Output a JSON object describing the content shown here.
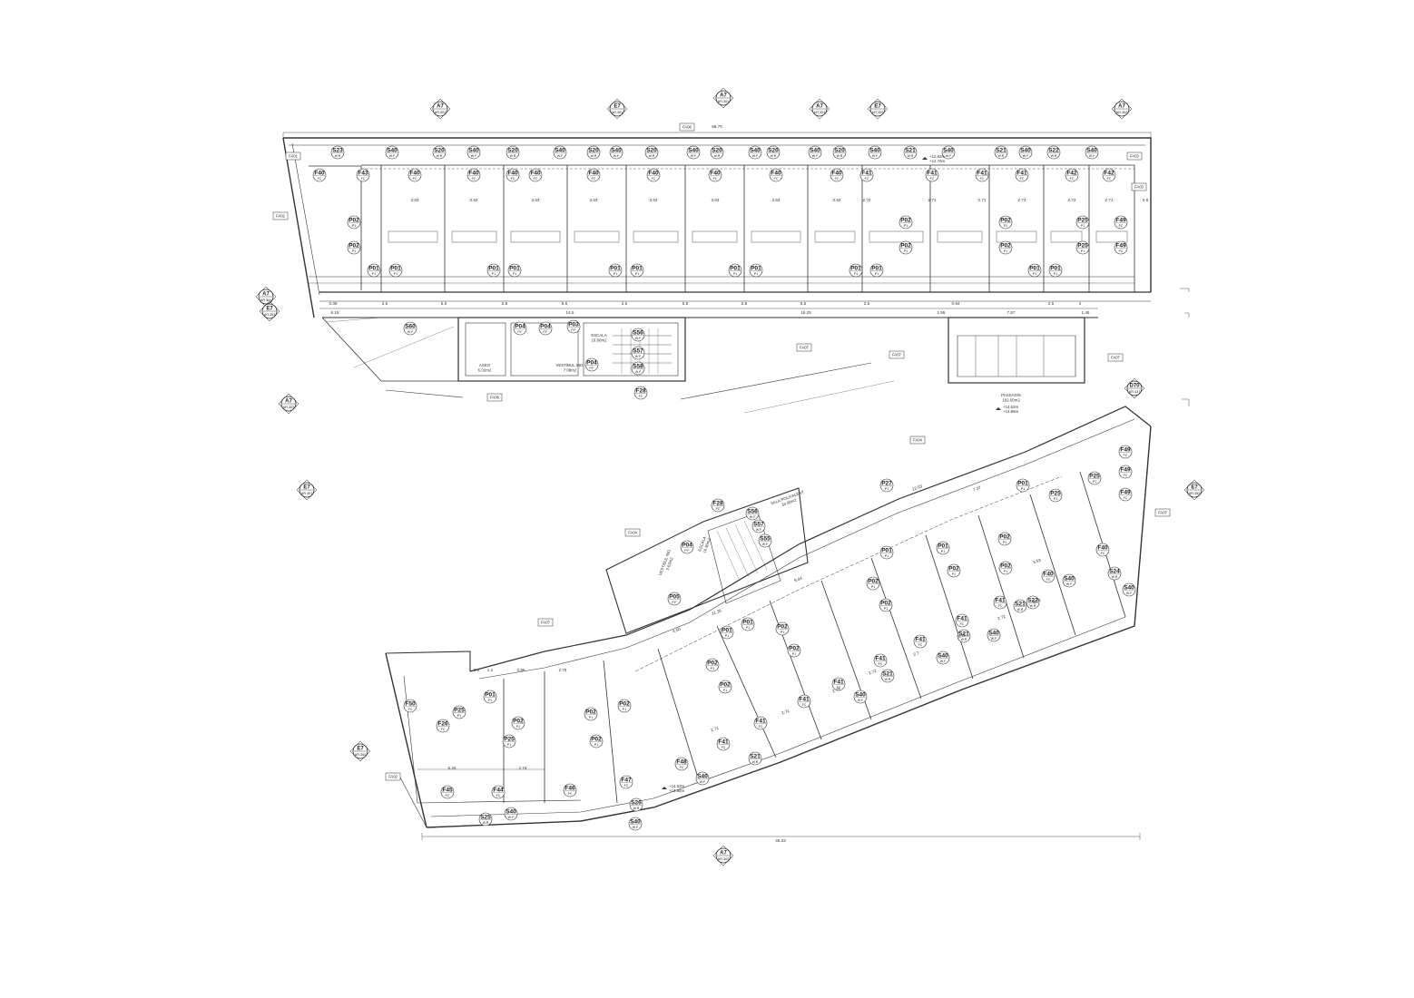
{
  "section_markers": [
    {
      "code": "A7",
      "ref": "AR.302"
    },
    {
      "code": "E7",
      "ref": "AR.351"
    },
    {
      "code": "A7",
      "ref": "AR.301"
    },
    {
      "code": "A7",
      "ref": "AR.351"
    },
    {
      "code": "E7",
      "ref": "AR.352"
    },
    {
      "code": "A7",
      "ref": "AR.302"
    },
    {
      "code": "A7",
      "ref": "AR.304"
    },
    {
      "code": "E7",
      "ref": "AR.353"
    },
    {
      "code": "A7",
      "ref": "AR.303"
    },
    {
      "code": "E7",
      "ref": "AR.301"
    },
    {
      "code": "E7",
      "ref": "AR.352"
    },
    {
      "code": "A7",
      "ref": "AR.302"
    },
    {
      "code": "E7",
      "ref": "AR.352"
    },
    {
      "code": "D70",
      "ref": "AR.437"
    }
  ],
  "top_wing": {
    "overall_dim": "58.70",
    "facade_tags": [
      "FA06",
      "FA01",
      "FA02",
      "FA03",
      "FA07",
      "FA07",
      "FA04",
      "FA03"
    ],
    "window_tags": [
      {
        "code": "S23",
        "sub": "W.R"
      },
      {
        "code": "S40",
        "sub": "W.F"
      },
      {
        "code": "S20",
        "sub": "W.R"
      },
      {
        "code": "S40",
        "sub": "W.F"
      },
      {
        "code": "S20",
        "sub": "W.R"
      },
      {
        "code": "S40",
        "sub": "W.F"
      },
      {
        "code": "S20",
        "sub": "W.R"
      },
      {
        "code": "S40",
        "sub": "W.F"
      },
      {
        "code": "S20",
        "sub": "W.R"
      },
      {
        "code": "S40",
        "sub": "W.F"
      },
      {
        "code": "S20",
        "sub": "W.R"
      },
      {
        "code": "S40",
        "sub": "W.F"
      },
      {
        "code": "S20",
        "sub": "W.R"
      },
      {
        "code": "S40",
        "sub": "W.F"
      },
      {
        "code": "S20",
        "sub": "W.R"
      },
      {
        "code": "S40",
        "sub": "W.F"
      },
      {
        "code": "S21",
        "sub": "W.R"
      },
      {
        "code": "S40",
        "sub": "W.F"
      },
      {
        "code": "S21",
        "sub": "W.R"
      },
      {
        "code": "S40",
        "sub": "W.F"
      },
      {
        "code": "S22",
        "sub": "W.R"
      },
      {
        "code": "S40",
        "sub": "W.F"
      }
    ],
    "room_tags": [
      {
        "code": "F40",
        "sub": "FC"
      },
      {
        "code": "F43",
        "sub": "FC"
      },
      {
        "code": "F40",
        "sub": "FC"
      },
      {
        "code": "F40",
        "sub": "FC"
      },
      {
        "code": "F40",
        "sub": "FC"
      },
      {
        "code": "F40",
        "sub": "FC"
      },
      {
        "code": "F40",
        "sub": "FC"
      },
      {
        "code": "F40",
        "sub": "FC"
      },
      {
        "code": "F40",
        "sub": "FC"
      },
      {
        "code": "F40",
        "sub": "FC"
      },
      {
        "code": "F40",
        "sub": "FC"
      },
      {
        "code": "F41",
        "sub": "FC"
      },
      {
        "code": "F41",
        "sub": "FC"
      },
      {
        "code": "F41",
        "sub": "FC"
      },
      {
        "code": "F41",
        "sub": "FC"
      },
      {
        "code": "F42",
        "sub": "FC"
      },
      {
        "code": "F42",
        "sub": "FC"
      }
    ],
    "interior_dims": [
      "3.63",
      "3.63",
      "3.63",
      "3.63",
      "3.63",
      "3.63",
      "3.63",
      "3.63",
      "2.72",
      "2.71",
      "2.71",
      "2.72",
      "2.72",
      "2.71",
      "0.6"
    ],
    "door_tags": [
      {
        "code": "P02",
        "sub": "P1"
      },
      {
        "code": "P02",
        "sub": "P1"
      },
      {
        "code": "P01",
        "sub": "P1"
      },
      {
        "code": "P01",
        "sub": "P1"
      },
      {
        "code": "P01",
        "sub": "P1"
      },
      {
        "code": "P01",
        "sub": "P1"
      },
      {
        "code": "P01",
        "sub": "P1"
      },
      {
        "code": "P01",
        "sub": "P1"
      },
      {
        "code": "P01",
        "sub": "P1"
      },
      {
        "code": "P01",
        "sub": "P1"
      },
      {
        "code": "P01",
        "sub": "P1"
      },
      {
        "code": "P01",
        "sub": "P1"
      },
      {
        "code": "P02",
        "sub": "P1"
      },
      {
        "code": "P02",
        "sub": "P1"
      },
      {
        "code": "P02",
        "sub": "P1"
      },
      {
        "code": "P02",
        "sub": "P1"
      },
      {
        "code": "P01",
        "sub": "P1"
      },
      {
        "code": "P01",
        "sub": "P1"
      },
      {
        "code": "P25",
        "sub": "P1"
      },
      {
        "code": "P25",
        "sub": "P1"
      },
      {
        "code": "F49",
        "sub": "FC"
      },
      {
        "code": "F49",
        "sub": "FC"
      }
    ],
    "corridor_dims": [
      "0.39",
      "2.5",
      "5.5",
      "2.5",
      "5.5",
      "2.5",
      "5.5",
      "2.5",
      "5.5",
      "2.5",
      "0.94",
      "2.5",
      "2"
    ],
    "lower_dims": [
      "6.15",
      "14.5",
      "15.25",
      "1.55",
      "7.57",
      "1.45"
    ],
    "level": "+12.82m\n+14.76m"
  },
  "core": {
    "rooms": [
      {
        "name": "ASEO",
        "area": "6.02m2"
      },
      {
        "name": "VESTÍBUL IND.",
        "area": "7.08m2"
      },
      {
        "name": "ESCALA",
        "area": "16.90m2"
      },
      {
        "name": "PASSADÍS",
        "area": "182.60m2"
      },
      {
        "name": "SALA POLIVALENT",
        "area": "33.90m2"
      },
      {
        "name": "VESTÍBUL IND.",
        "area": "5.63m2"
      },
      {
        "name": "ESCALA",
        "area": "16.90m2"
      }
    ],
    "tags": [
      {
        "code": "S60",
        "sub": "W.F"
      },
      {
        "code": "P04",
        "sub": "P.F"
      },
      {
        "code": "P04",
        "sub": "P.F"
      },
      {
        "code": "P03",
        "sub": "P.F"
      },
      {
        "code": "S56",
        "sub": "W.F"
      },
      {
        "code": "S57",
        "sub": "W.F"
      },
      {
        "code": "S58",
        "sub": "W.F"
      },
      {
        "code": "P04",
        "sub": "P.F"
      },
      {
        "code": "F28",
        "sub": "FC"
      },
      {
        "code": "F28",
        "sub": "FC"
      },
      {
        "code": "S56",
        "sub": "W.F"
      },
      {
        "code": "S57",
        "sub": "W.F"
      },
      {
        "code": "S55",
        "sub": "W.F"
      },
      {
        "code": "P04",
        "sub": "P.F"
      },
      {
        "code": "P05",
        "sub": "P.F"
      },
      {
        "code": "P27",
        "sub": "P1"
      }
    ],
    "facade": [
      "FA07",
      "FA06",
      "FA04",
      "FA07"
    ],
    "level": "+14.52m\n+14.86m"
  },
  "bottom_wing": {
    "overall_dim": "45.33",
    "room_tags": [
      {
        "code": "F50",
        "sub": "FC"
      },
      {
        "code": "F26",
        "sub": "FC"
      },
      {
        "code": "P25",
        "sub": "P1"
      },
      {
        "code": "P01",
        "sub": "P1"
      },
      {
        "code": "P02",
        "sub": "P1"
      },
      {
        "code": "P25",
        "sub": "P1"
      },
      {
        "code": "P02",
        "sub": "P1"
      },
      {
        "code": "P02",
        "sub": "P1"
      },
      {
        "code": "F45",
        "sub": "FC"
      },
      {
        "code": "F44",
        "sub": "FC"
      },
      {
        "code": "F46",
        "sub": "FC"
      },
      {
        "code": "F47",
        "sub": "FC"
      },
      {
        "code": "F48",
        "sub": "FC"
      },
      {
        "code": "P02",
        "sub": "P1"
      },
      {
        "code": "P02",
        "sub": "P1"
      },
      {
        "code": "P02",
        "sub": "P1"
      },
      {
        "code": "F41",
        "sub": "FC"
      },
      {
        "code": "F41",
        "sub": "FC"
      },
      {
        "code": "F41",
        "sub": "FC"
      },
      {
        "code": "F41",
        "sub": "FC"
      },
      {
        "code": "F41",
        "sub": "FC"
      },
      {
        "code": "F41",
        "sub": "FC"
      },
      {
        "code": "F41",
        "sub": "FC"
      },
      {
        "code": "F41",
        "sub": "FC"
      },
      {
        "code": "P01",
        "sub": "P1"
      },
      {
        "code": "P01",
        "sub": "P1"
      },
      {
        "code": "P02",
        "sub": "P1"
      },
      {
        "code": "P02",
        "sub": "P1"
      },
      {
        "code": "P02",
        "sub": "P1"
      },
      {
        "code": "P02",
        "sub": "P1"
      },
      {
        "code": "P01",
        "sub": "P1"
      },
      {
        "code": "P01",
        "sub": "P1"
      },
      {
        "code": "P02",
        "sub": "P1"
      },
      {
        "code": "P02",
        "sub": "P1"
      },
      {
        "code": "P02",
        "sub": "P1"
      },
      {
        "code": "P01",
        "sub": "P1"
      },
      {
        "code": "P25",
        "sub": "P1"
      },
      {
        "code": "P25",
        "sub": "P1"
      },
      {
        "code": "F40",
        "sub": "FC"
      },
      {
        "code": "F40",
        "sub": "FC"
      },
      {
        "code": "F49",
        "sub": "FC"
      },
      {
        "code": "F49",
        "sub": "FC"
      },
      {
        "code": "F49",
        "sub": "FC"
      }
    ],
    "window_tags": [
      {
        "code": "S25",
        "sub": "W.R"
      },
      {
        "code": "S40",
        "sub": "W.F"
      },
      {
        "code": "S26",
        "sub": "W.R"
      },
      {
        "code": "S40",
        "sub": "W.F"
      },
      {
        "code": "S21",
        "sub": "W.R"
      },
      {
        "code": "S40",
        "sub": "W.F"
      },
      {
        "code": "S21",
        "sub": "W.R"
      },
      {
        "code": "S40",
        "sub": "W.F"
      },
      {
        "code": "S21",
        "sub": "W.R"
      },
      {
        "code": "S40",
        "sub": "W.F"
      },
      {
        "code": "S21",
        "sub": "W.R"
      },
      {
        "code": "S40",
        "sub": "W.F"
      },
      {
        "code": "S22",
        "sub": "W.R"
      },
      {
        "code": "S40",
        "sub": "W.F"
      },
      {
        "code": "S24",
        "sub": "W.R"
      },
      {
        "code": "S40",
        "sub": "W.F"
      }
    ],
    "dims": [
      "5.25",
      "2.74",
      "2.86",
      "2.75",
      "2.71",
      "2.71",
      "2.72",
      "2.72",
      "2.7",
      "2.71",
      "2.72",
      "2.72",
      "3.53",
      "7.37",
      "12.03",
      "9.04",
      "11.36",
      "4.50",
      "0.2",
      "1.2"
    ],
    "facade": [
      "FA02",
      "FA07"
    ]
  },
  "colors": {
    "line": "#333333",
    "light": "#9a9a9a",
    "background": "#ffffff"
  }
}
